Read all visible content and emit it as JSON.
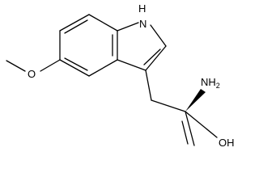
{
  "molecule": {
    "atoms": {
      "indole_nh_h": "H",
      "indole_nh_n": "N",
      "methoxy_o": "O",
      "amine_n": "N",
      "amine_h": "H",
      "amine_h_count": "2",
      "acid_oh": "OH"
    },
    "stereo": "wedge",
    "colors": {
      "bond": "#000000",
      "label": "#000000",
      "background": "#ffffff"
    }
  }
}
